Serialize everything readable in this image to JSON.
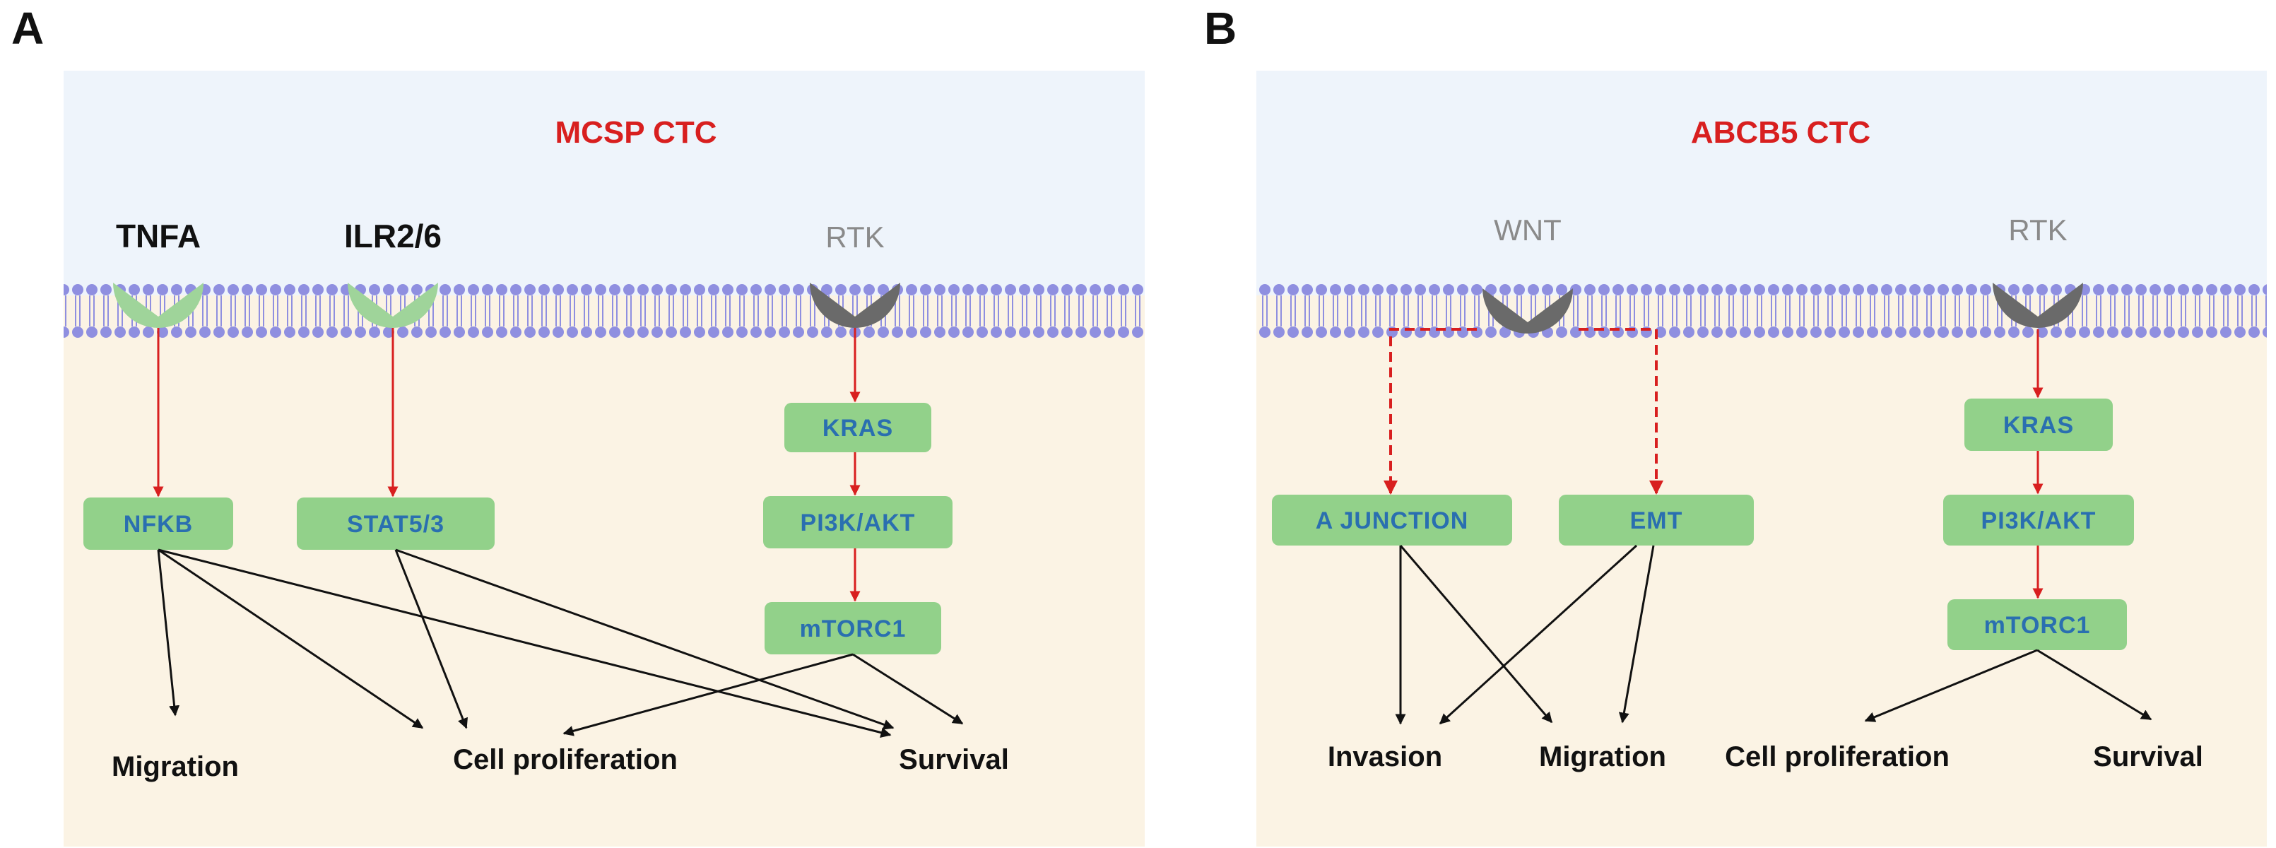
{
  "panel_a": {
    "letter": "A",
    "title": "MCSP CTC",
    "receptors": {
      "tnfa": "TNFA",
      "ilr": "ILR2/6",
      "rtk": "RTK"
    },
    "nodes": {
      "nfkb": "NFKB",
      "stat": "STAT5/3",
      "kras": "KRAS",
      "pi3k": "PI3K/AKT",
      "mtorc1": "mTORC1"
    },
    "outcomes": {
      "migration": "Migration",
      "cell_proliferation": "Cell proliferation",
      "survival": "Survival"
    }
  },
  "panel_b": {
    "letter": "B",
    "title": "ABCB5 CTC",
    "receptors": {
      "wnt": "WNT",
      "rtk": "RTK"
    },
    "nodes": {
      "junction": "A JUNCTION",
      "emt": "EMT",
      "kras": "KRAS",
      "pi3k": "PI3K/AKT",
      "mtorc1": "mTORC1"
    },
    "outcomes": {
      "invasion": "Invasion",
      "migration": "Migration",
      "cell_proliferation": "Cell proliferation",
      "survival": "Survival"
    }
  },
  "colors": {
    "extracellular": "#eef4fb",
    "cytoplasm": "#fbf3e4",
    "membrane": "#8f8fe0",
    "receptor_active": "#9fd49a",
    "receptor_inactive": "#6a6a6a",
    "node_fill": "#92d18a",
    "node_text": "#2a6fb0",
    "arrow_red": "#d81f1f",
    "arrow_black": "#111111",
    "title_red": "#d81f1f"
  }
}
